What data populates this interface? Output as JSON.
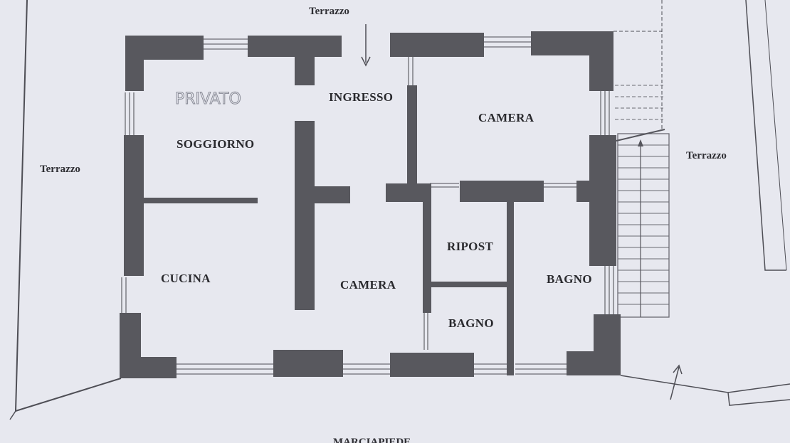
{
  "plan": {
    "rooms": {
      "soggiorno": "SOGGIORNO",
      "ingresso": "INGRESSO",
      "camera_top": "CAMERA",
      "cucina": "CUCINA",
      "camera_middle": "CAMERA",
      "ripost": "RIPOST",
      "bagno_small": "BAGNO",
      "bagno_right": "BAGNO"
    },
    "outside": {
      "terrazzo_top": "Terrazzo",
      "terrazzo_left": "Terrazzo",
      "terrazzo_right": "Terrazzo",
      "marciapiede": "MARCIAPIEDE"
    },
    "handwritten_note": "PRIVATO"
  },
  "colors": {
    "paper": "#e7e8ef",
    "wall": "#58585e",
    "text": "#2a2a2e"
  }
}
